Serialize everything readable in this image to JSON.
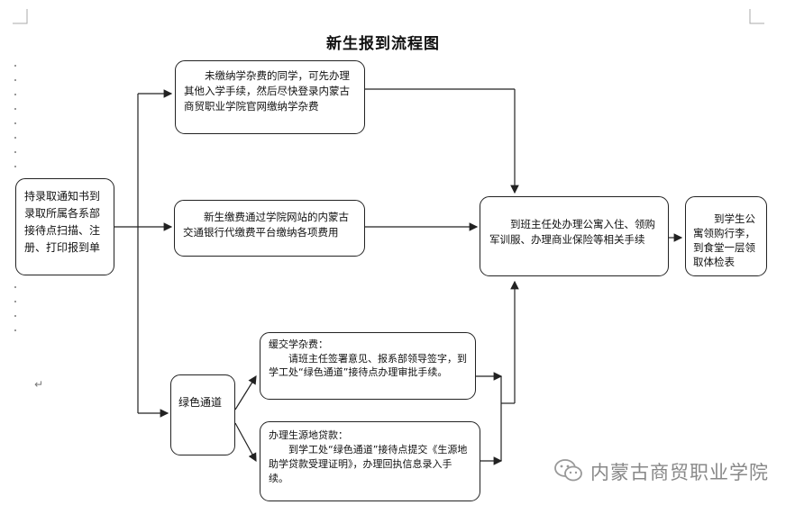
{
  "title": "新生报到流程图",
  "boxes": {
    "start": "持录取通知书到录取所属各系部接待点扫描、注册、打印报到单",
    "unpaid": "未缴纳学杂费的同学，可先办理其他入学手续，然后尽快登录内蒙古商贸职业学院官网缴纳学杂费",
    "paid": "新生缴费通过学院网站的内蒙古交通银行代缴费平台缴纳各项费用",
    "green_channel": "绿色通道",
    "defer_title": "缓交学杂费：",
    "defer_body": "请班主任签署意见、报系部领导签字，到学工处“绿色通道”接待点办理审批手续。",
    "loan_title": "办理生源地贷款：",
    "loan_body": "到学工处“绿色通道”接待点提交《生源地助学贷款受理证明》，办理回执信息录入手续。",
    "dorm": "到班主任处办理公寓入住、领购军训服、办理商业保险等相关手续",
    "final": "到学生公寓领购行李，到食堂一层领取体检表"
  },
  "watermark": "内蒙古商贸职业学院",
  "watermark_icon": "wechat-icon"
}
